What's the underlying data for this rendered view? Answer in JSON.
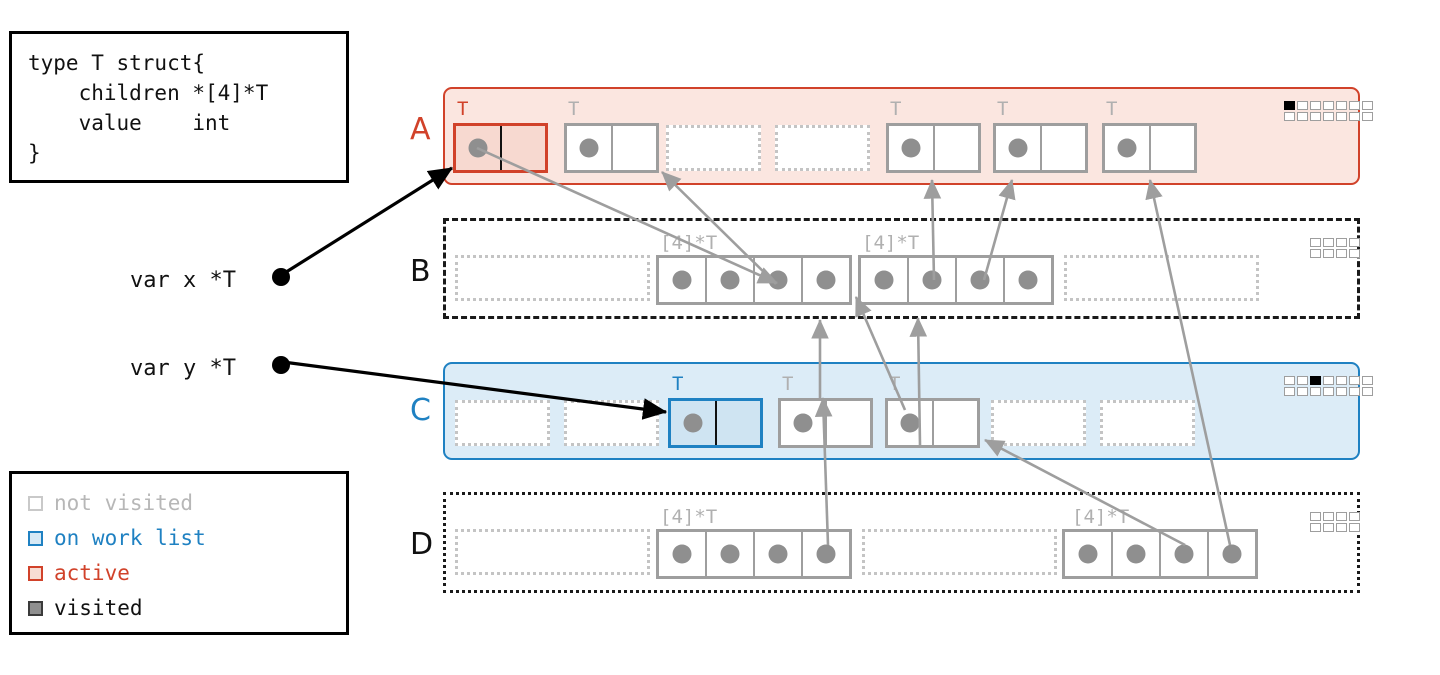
{
  "code": {
    "text": "type T struct{\n    children *[4]*T\n    value    int\n}"
  },
  "legend": {
    "items": [
      {
        "key": "not-visited",
        "label": "not visited",
        "color": "#b7b7b7",
        "swatch_border": "#c9c9c9",
        "swatch_fill": "#ffffff"
      },
      {
        "key": "on-work-list",
        "label": "on work list",
        "color": "#1f81c2",
        "swatch_border": "#1f81c2",
        "swatch_fill": "#d7e9f5"
      },
      {
        "key": "active",
        "label": "active",
        "color": "#d1422a",
        "swatch_border": "#d1422a",
        "swatch_fill": "#f7ddd4"
      },
      {
        "key": "visited",
        "label": "visited",
        "color": "#111111",
        "swatch_border": "#3b3b3b",
        "swatch_fill": "#8f8f8f"
      }
    ]
  },
  "variables": [
    {
      "name": "var-x",
      "label": "var x *T"
    },
    {
      "name": "var-y",
      "label": "var y *T"
    }
  ],
  "rows": {
    "A": {
      "label": "A",
      "state": "active",
      "type_captions": [
        "T",
        "T",
        "T",
        "T",
        "T"
      ],
      "bitmap": {
        "cols": 7,
        "rows": 2,
        "on": [
          [
            0
          ]
        ],
        "off_note": "top-left bit set"
      }
    },
    "B": {
      "label": "B",
      "state": "not-visited",
      "type_captions": [
        "[4]*T",
        "[4]*T"
      ],
      "bitmap": {
        "cols": 4,
        "rows": 2,
        "on": []
      }
    },
    "C": {
      "label": "C",
      "state": "on-work-list",
      "type_captions": [
        "T",
        "T",
        "T"
      ],
      "bitmap": {
        "cols": 7,
        "rows": 2,
        "on": [
          [
            2
          ]
        ]
      }
    },
    "D": {
      "label": "D",
      "state": "not-visited",
      "type_captions": [
        "[4]*T",
        "[4]*T"
      ],
      "bitmap": {
        "cols": 4,
        "rows": 2,
        "on": []
      }
    }
  },
  "type_labels": {
    "struct": "T",
    "array": "[4]*T"
  }
}
